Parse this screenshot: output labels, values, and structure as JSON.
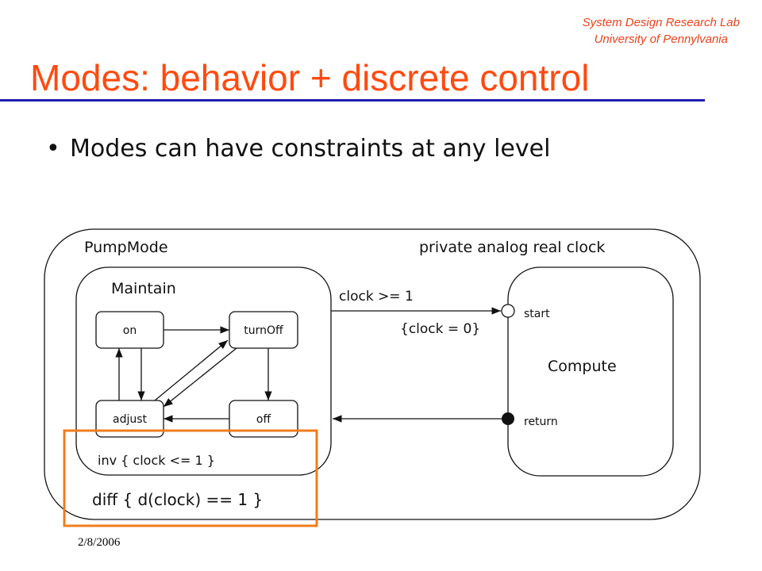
{
  "header": {
    "lab_line1": "System Design Research Lab",
    "lab_line2": "University of Pennylvania",
    "title": "Modes: behavior + discrete control"
  },
  "bullet": {
    "text": "Modes can have constraints at any level"
  },
  "diagram": {
    "outer_mode": "PumpMode",
    "variable_decl": "private analog real clock",
    "maintain_mode": "Maintain",
    "states": {
      "on": "on",
      "turnOff": "turnOff",
      "adjust": "adjust",
      "off": "off"
    },
    "compute_mode": "Compute",
    "entry_point": "start",
    "exit_point": "return",
    "guard": "clock >= 1",
    "reset": "{clock = 0}",
    "invariant": "inv { clock <= 1 }",
    "flow": "diff { d(clock) == 1 }"
  },
  "highlight_color": "#f07c1c",
  "footer": {
    "date": "2/8/2006"
  }
}
